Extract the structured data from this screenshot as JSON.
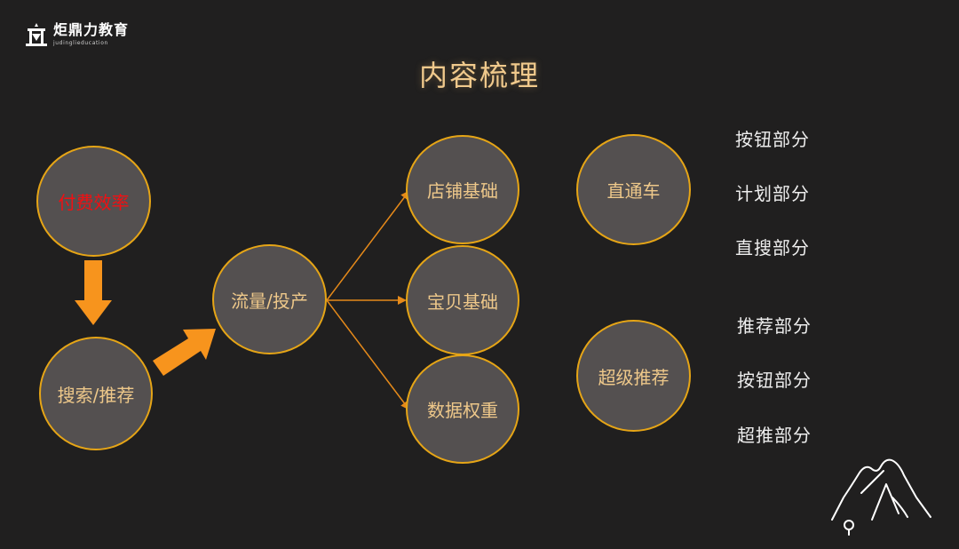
{
  "logo": {
    "name": "炬鼎力教育",
    "sub": "judinglieducation"
  },
  "title": "内容梳理",
  "nodes": {
    "pay_efficiency": "付费效率",
    "search_recommend": "搜索/推荐",
    "traffic_input": "流量/投产",
    "store_basics": "店铺基础",
    "item_basics": "宝贝基础",
    "data_weight": "数据权重",
    "through_train": "直通车",
    "super_recommend": "超级推荐"
  },
  "lists": {
    "through_train": [
      "按钮部分",
      "计划部分",
      "直搜部分"
    ],
    "super_recommend": [
      "推荐部分",
      "按钮部分",
      "超推部分"
    ]
  },
  "colors": {
    "background": "#201f1f",
    "node_fill": "#545050",
    "node_border": "#e6a516",
    "node_text": "#eec88a",
    "alert_text": "#f20f12",
    "arrow": "#f7941d",
    "connector": "#e68a1a"
  }
}
